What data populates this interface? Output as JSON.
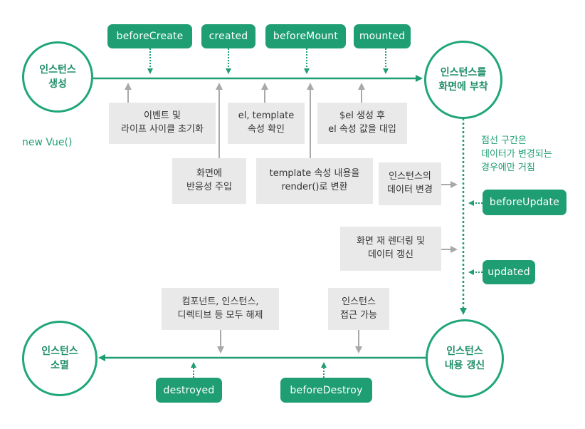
{
  "nodes": {
    "create": "인스턴스\n생성",
    "mount": "인스턴스를\n화면에 부착",
    "update": "인스턴스\n내용 갱신",
    "destroy": "인스턴스\n소멸"
  },
  "hooks": {
    "before_create": "beforeCreate",
    "created": "created",
    "before_mount": "beforeMount",
    "mounted": "mounted",
    "before_update": "beforeUpdate",
    "updated": "updated",
    "before_destroy": "beforeDestroy",
    "destroyed": "destroyed"
  },
  "notes": {
    "events_lifecycle": "이벤트 및\n라이프 사이클 초기화",
    "reactivity": "화면에\n반응성 주입",
    "el_template": "el, template\n속성 확인",
    "template_render": "template 속성 내용을\nrender()로 변환",
    "el_create": "$el 생성 후\nel 속성 값을 대입",
    "data_change": "인스턴스의\n데이터 변경",
    "rerender": "화면 재 렌더링 및\n데이터 갱신",
    "teardown": "컴포넌트, 인스턴스,\n디렉티브 등 모두 해제",
    "accessible": "인스턴스\n접근 가능"
  },
  "labels": {
    "new_vue": "new Vue()",
    "dashed_note": "점선 구간은\n데이터가 변경되는\n경우에만 거침"
  },
  "colors": {
    "accent": "#1f9e74",
    "circle_border": "#1fa67a",
    "note_bg": "#e9e9e9",
    "connector": "#a9a9a9"
  }
}
